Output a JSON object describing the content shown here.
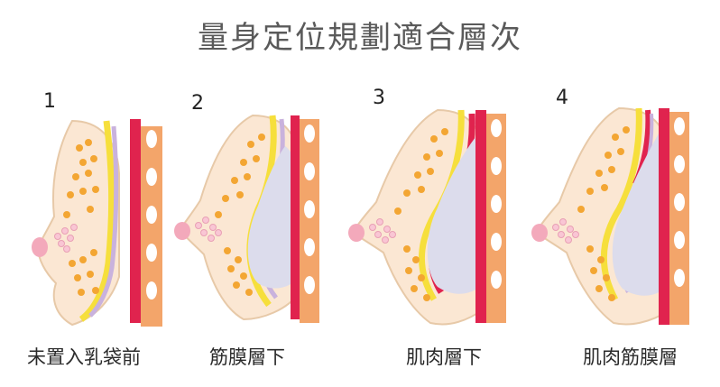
{
  "title": "量身定位規劃適合層次",
  "panels": [
    {
      "number": "1",
      "label": "未置入乳袋前"
    },
    {
      "number": "2",
      "label": "筋膜層下"
    },
    {
      "number": "3",
      "label": "肌肉層下"
    },
    {
      "number": "4",
      "label": "肌肉筋膜層"
    }
  ],
  "colors": {
    "skin": "#fbe7d3",
    "skin_outline": "#e7c9a8",
    "fat_yellow": "#f6df3c",
    "gland_orange": "#f3a633",
    "fascia_purple": "#c9b2dd",
    "muscle_red": "#e0234e",
    "rib_orange": "#f3a56a",
    "implant_gray": "#dcdcec",
    "nipple_pink": "#f3a9bb"
  }
}
